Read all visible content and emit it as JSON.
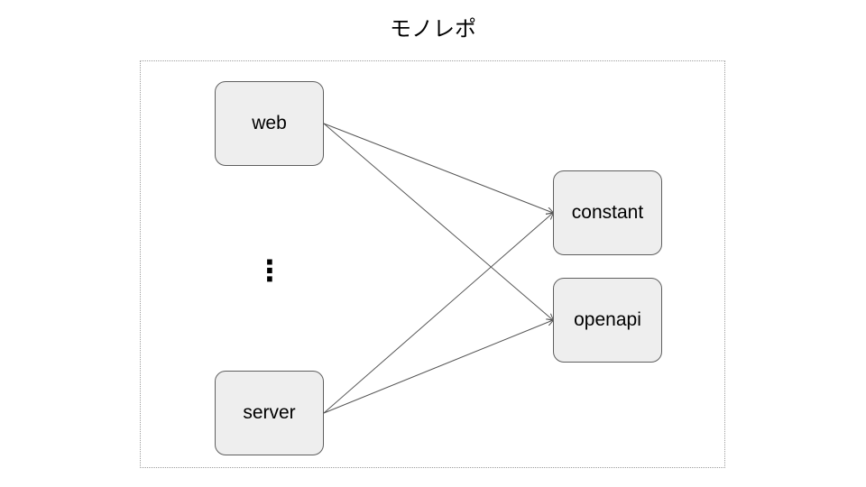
{
  "title": "モノレポ",
  "nodes": {
    "web": "web",
    "server": "server",
    "constant": "constant",
    "openapi": "openapi"
  },
  "ellipsis": "⋮",
  "edges": [
    {
      "from": "web",
      "to": "constant"
    },
    {
      "from": "web",
      "to": "openapi"
    },
    {
      "from": "server",
      "to": "constant"
    },
    {
      "from": "server",
      "to": "openapi"
    }
  ],
  "colors": {
    "node_fill": "#eeeeee",
    "node_border": "#5f5f5f",
    "edge": "#555555",
    "frame_border": "#9e9e9e"
  }
}
